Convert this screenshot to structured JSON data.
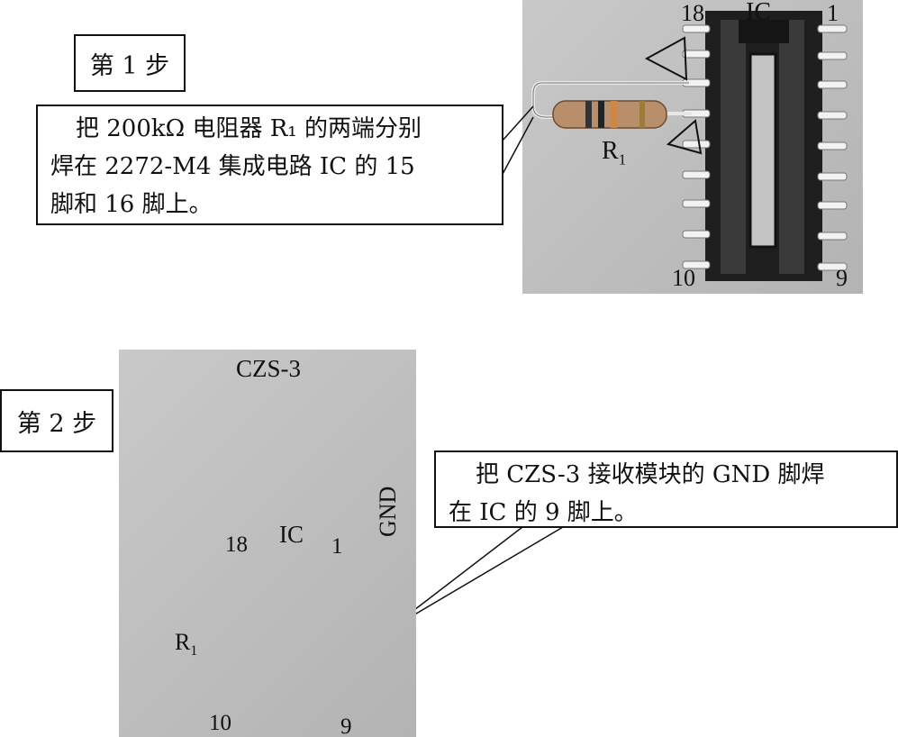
{
  "step1": {
    "step_label": "第 1 步",
    "callout_lines": [
      "把 200kΩ 电阻器 R₁ 的两端分别",
      "焊在 2272-M4 集成电路 IC 的 15",
      "脚和 16 脚上。"
    ],
    "ic_label": "IC",
    "pin_labels": {
      "p18": "18",
      "p1": "1",
      "p10": "10",
      "p9": "9"
    },
    "resistor_label": "R",
    "resistor_sub": "1"
  },
  "step2": {
    "step_label": "第 2 步",
    "callout_lines": [
      "把 CZS-3 接收模块的 GND 脚焊",
      "在 IC 的 9 脚上。"
    ],
    "module_label": "CZS-3",
    "gnd_label": "GND",
    "ic_label": "IC",
    "pin_labels": {
      "p18": "18",
      "p1": "1",
      "p10": "10",
      "p9": "9"
    },
    "resistor_label": "R",
    "resistor_sub": "1"
  },
  "colors": {
    "photo_bg": "#bfbfbf",
    "ic_body": "#1c1c1c",
    "pins": "#f2f2f2",
    "pcb": "#5a5a5a"
  }
}
